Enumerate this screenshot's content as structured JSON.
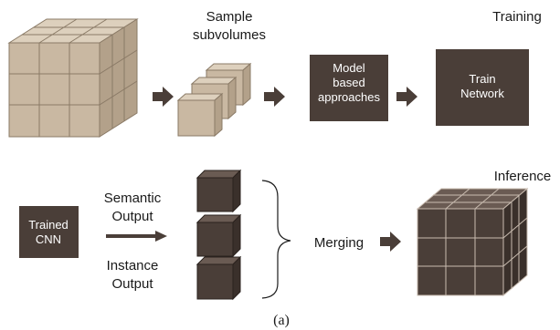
{
  "labels": {
    "sample_line1": "Sample",
    "sample_line2": "subvolumes",
    "training": "Training",
    "inference": "Inference",
    "semantic_line1": "Semantic",
    "semantic_line2": "Output",
    "instance_line1": "Instance",
    "instance_line2": "Output",
    "merging": "Merging",
    "caption": "(a)"
  },
  "boxes": {
    "model_line1": "Model",
    "model_line2": "based",
    "model_line3": "approaches",
    "train_line1": "Train",
    "train_line2": "Network",
    "trained_line1": "Trained",
    "trained_line2": "CNN"
  },
  "colors": {
    "tan_front": "#c9b8a2",
    "tan_top": "#ddd0bd",
    "tan_side": "#b3a18a",
    "dark_box": "#4a3e38",
    "dark_front": "#4a3e38",
    "dark_top": "#6a5b53",
    "dark_side": "#3a302b",
    "arrow": "#4a3e38"
  }
}
